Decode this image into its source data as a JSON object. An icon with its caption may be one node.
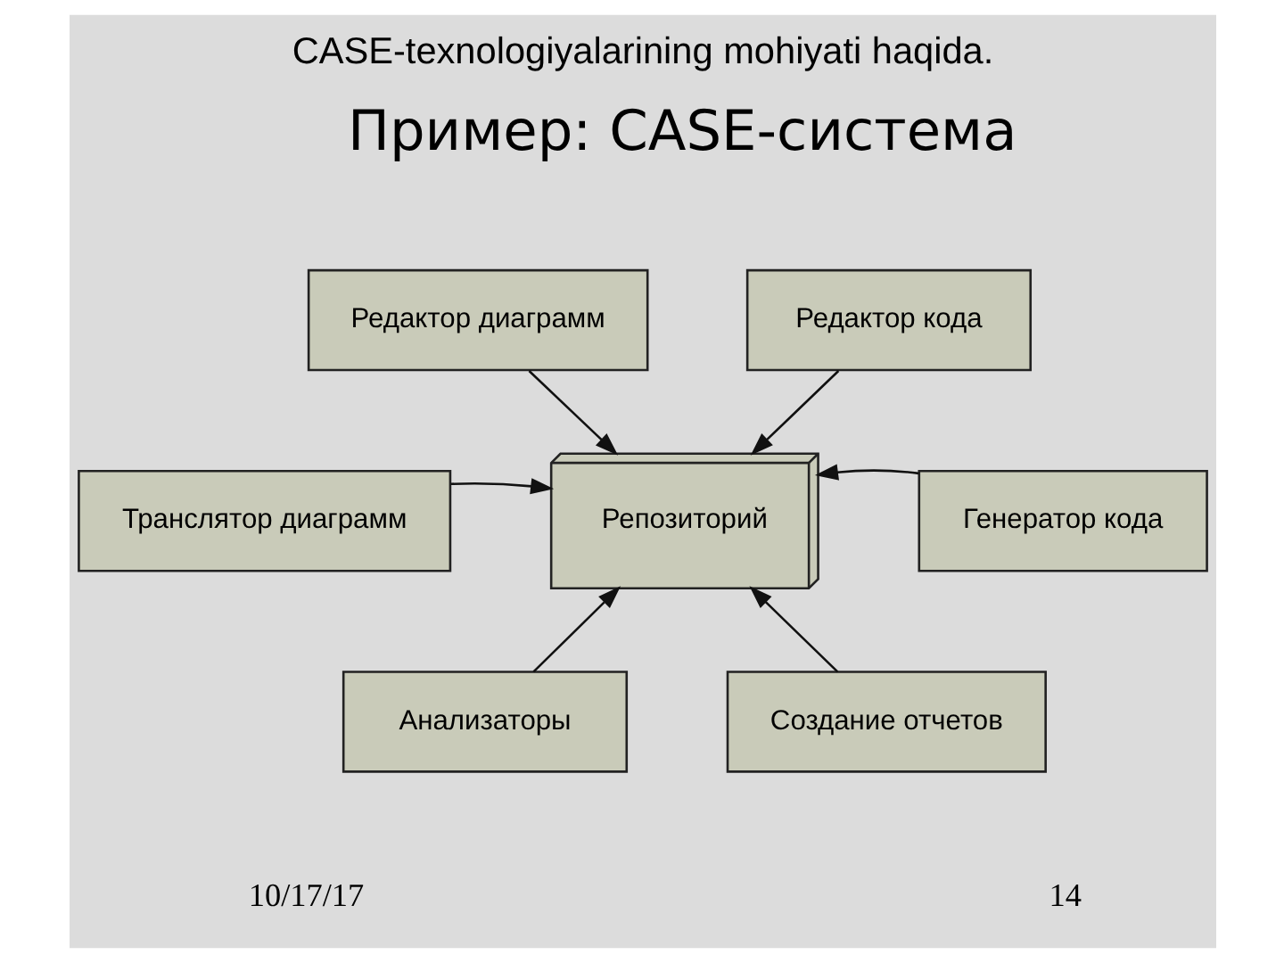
{
  "diagram": {
    "title": "CASE-texnologiyalarining mohiyati haqida.",
    "nodes": [
      {
        "text": [
          "Редактор диаграмм"
        ]
      },
      {
        "text": [
          "Редактор кода"
        ]
      },
      {
        "text": [
          "Транслятор диаграмм"
        ]
      },
      {
        "text": [
          "Репозиторий"
        ]
      },
      {
        "text": [
          "Генератор кода"
        ]
      },
      {
        "text": [
          "Анализаторы"
        ]
      },
      {
        "text": [
          "Создание отчетов"
        ]
      }
    ],
    "edges": [
      {
        "from": 0,
        "to": 3,
        "arrow": "to"
      },
      {
        "from": 1,
        "to": 3,
        "arrow": "to"
      },
      {
        "from": 2,
        "to": 3,
        "arrow": "to"
      },
      {
        "from": 4,
        "to": 3,
        "arrow": "to"
      },
      {
        "from": 5,
        "to": 3,
        "arrow": "to"
      },
      {
        "from": 6,
        "to": 3,
        "arrow": "to"
      }
    ],
    "labels": [
      "Пример: CASE-система",
      "10/17/17",
      "14"
    ]
  }
}
